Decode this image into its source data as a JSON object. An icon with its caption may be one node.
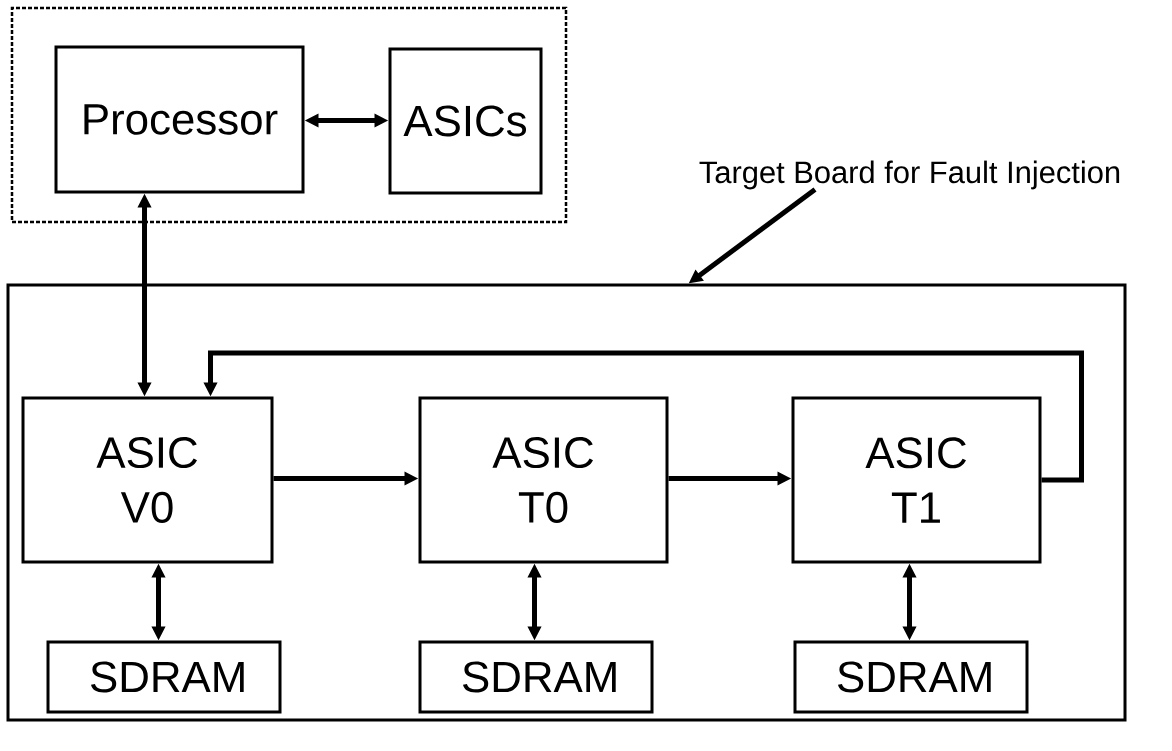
{
  "diagram": {
    "nodes": [
      {
        "text": [],
        "shape": "box"
      },
      {
        "text": [
          "Processor"
        ],
        "in": 0
      },
      {
        "text": [
          "ASICs"
        ],
        "in": 0
      },
      {
        "text": [
          "Target Board for Fault Injection"
        ]
      },
      {
        "text": [],
        "shape": "box"
      },
      {
        "text": [
          "ASIC V0"
        ],
        "in": 4
      },
      {
        "text": [
          "ASIC T0"
        ],
        "in": 4
      },
      {
        "text": [
          "ASIC T1"
        ],
        "in": 4
      },
      {
        "text": [
          "SDRAM"
        ],
        "in": 4
      },
      {
        "text": [
          "SDRAM"
        ],
        "in": 4
      },
      {
        "text": [
          "SDRAM"
        ],
        "in": 4
      }
    ],
    "edges": [
      {
        "from": 1,
        "to": 2,
        "arrow": "both"
      },
      {
        "from": 1,
        "to": 5,
        "arrow": "both"
      },
      {
        "from": 5,
        "to": 6,
        "arrow": "to"
      },
      {
        "from": 6,
        "to": 7,
        "arrow": "to"
      },
      {
        "from": 7,
        "to": 5,
        "arrow": "to"
      },
      {
        "from": 5,
        "to": 8,
        "arrow": "both"
      },
      {
        "from": 6,
        "to": 9,
        "arrow": "both"
      },
      {
        "from": 7,
        "to": 10,
        "arrow": "both"
      },
      {
        "from": 3,
        "to": 4,
        "arrow": "to"
      }
    ]
  }
}
